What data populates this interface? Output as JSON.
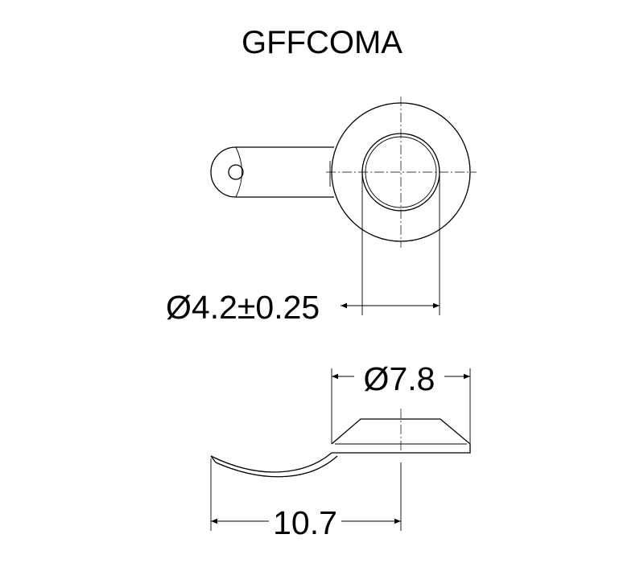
{
  "title": "GFFCOMA",
  "dimensions": {
    "hole_diameter": "Ø4.2±0.25",
    "outer_diameter": "Ø7.8",
    "overall_length": "10.7"
  },
  "colors": {
    "line": "#000000",
    "background": "#ffffff"
  }
}
